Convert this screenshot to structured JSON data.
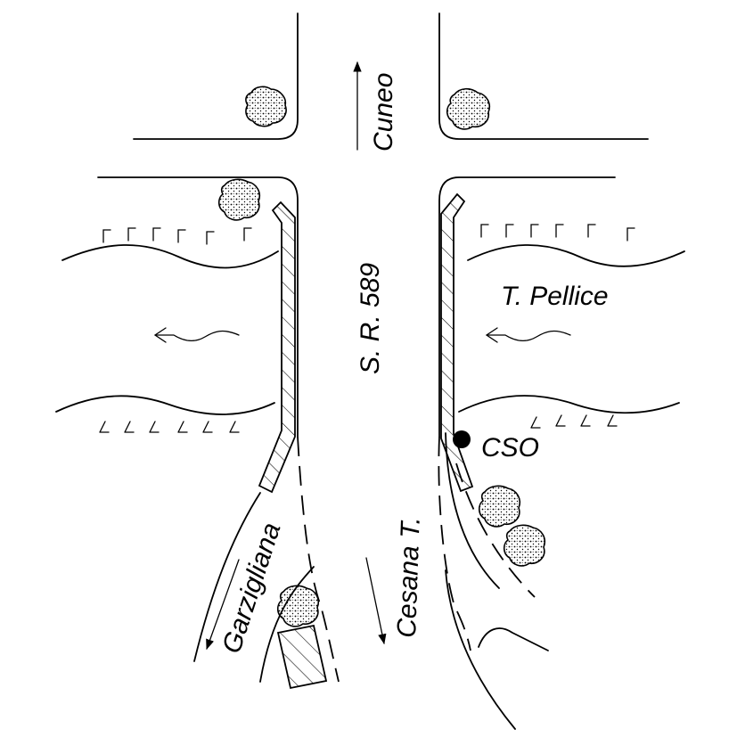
{
  "labels": {
    "north_road": "Cuneo",
    "main_road": "S. R. 589",
    "river": "T. Pellice",
    "overflow": "CSO",
    "southwest_road": "Garzigliana",
    "south_road": "Cesana T."
  },
  "colors": {
    "ink": "#000000",
    "paper": "#ffffff"
  }
}
